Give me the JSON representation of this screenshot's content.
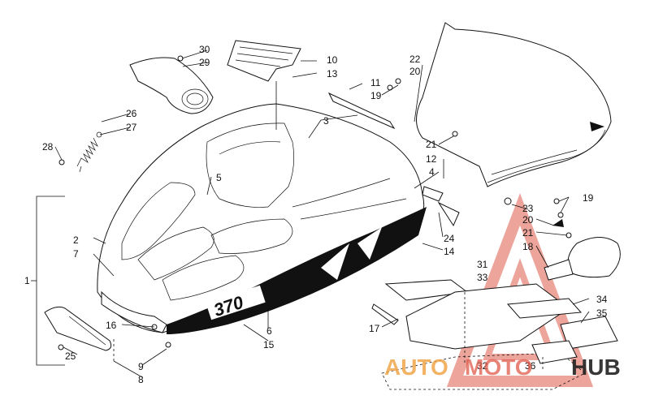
{
  "labels": [
    {
      "id": "1",
      "text": "1"
    },
    {
      "id": "2",
      "text": "2"
    },
    {
      "id": "3",
      "text": "3"
    },
    {
      "id": "4",
      "text": "4"
    },
    {
      "id": "5",
      "text": "5"
    },
    {
      "id": "6",
      "text": "6"
    },
    {
      "id": "7",
      "text": "7"
    },
    {
      "id": "8",
      "text": "8"
    },
    {
      "id": "9",
      "text": "9"
    },
    {
      "id": "10",
      "text": "10"
    },
    {
      "id": "11",
      "text": "11"
    },
    {
      "id": "12",
      "text": "12"
    },
    {
      "id": "13",
      "text": "13"
    },
    {
      "id": "14",
      "text": "14"
    },
    {
      "id": "15",
      "text": "15"
    },
    {
      "id": "16",
      "text": "16"
    },
    {
      "id": "17",
      "text": "17"
    },
    {
      "id": "18",
      "text": "18"
    },
    {
      "id": "19a",
      "text": "19"
    },
    {
      "id": "19b",
      "text": "19"
    },
    {
      "id": "20a",
      "text": "20"
    },
    {
      "id": "20b",
      "text": "20"
    },
    {
      "id": "21a",
      "text": "21"
    },
    {
      "id": "21b",
      "text": "21"
    },
    {
      "id": "22",
      "text": "22"
    },
    {
      "id": "23",
      "text": "23"
    },
    {
      "id": "24",
      "text": "24"
    },
    {
      "id": "25",
      "text": "25"
    },
    {
      "id": "26",
      "text": "26"
    },
    {
      "id": "27",
      "text": "27"
    },
    {
      "id": "28",
      "text": "28"
    },
    {
      "id": "29",
      "text": "29"
    },
    {
      "id": "30",
      "text": "30"
    },
    {
      "id": "31",
      "text": "31"
    },
    {
      "id": "32",
      "text": "32"
    },
    {
      "id": "33",
      "text": "33"
    },
    {
      "id": "34",
      "text": "34"
    },
    {
      "id": "35",
      "text": "35"
    },
    {
      "id": "36",
      "text": "36"
    }
  ],
  "hood_decal_text": "370",
  "watermark": {
    "part1": "AUTO",
    "part2": "MOTO",
    "part3": "HUB"
  },
  "colors": {
    "ink": "#111111",
    "watermark_orange": "#f0a64a",
    "watermark_red": "#e05a4a"
  }
}
